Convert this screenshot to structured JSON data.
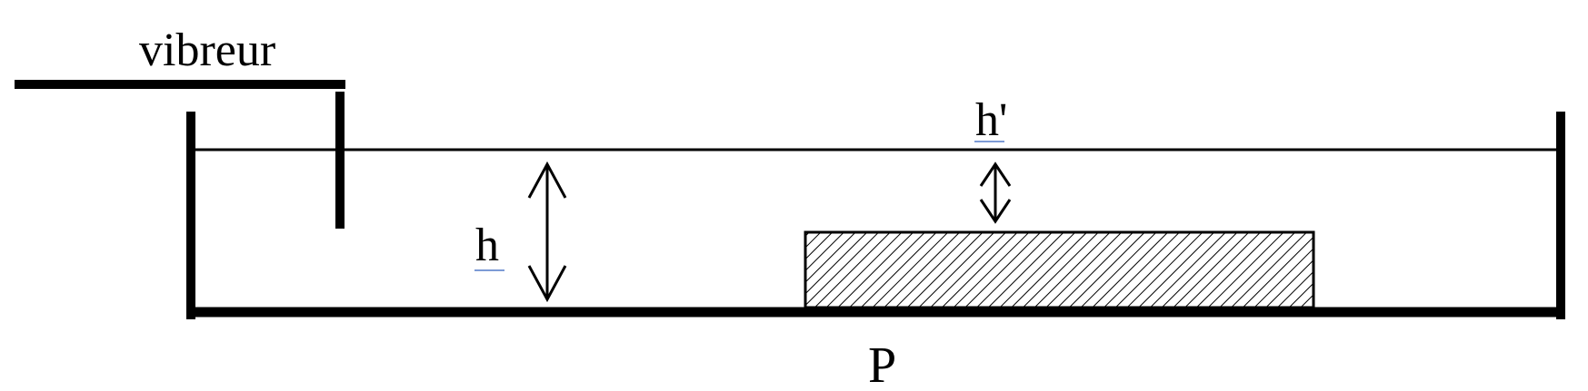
{
  "labels": {
    "vibrator": "vibreur",
    "depth_h": "h",
    "depth_h_prime": "h'",
    "plate": "P"
  },
  "colors": {
    "ink": "#000000",
    "link_underline": "#7d9bd6",
    "background": "#ffffff"
  }
}
